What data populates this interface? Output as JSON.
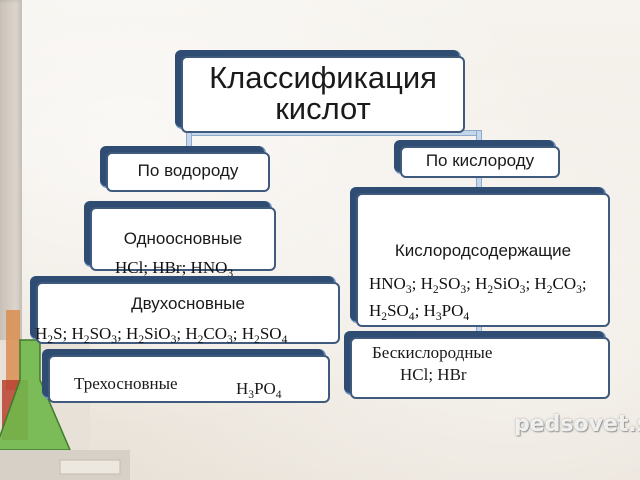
{
  "diagram": {
    "title": "Классификация кислот",
    "categories": {
      "by_hydrogen": {
        "label": "По водороду",
        "groups": [
          {
            "label": "Одноосновные",
            "examples_html": "HCl; HBr; HNO<sub>3</sub>"
          },
          {
            "label": "Двухосновные",
            "examples_html": "H<sub>2</sub>S; H<sub>2</sub>SO<sub>3</sub>; H<sub>2</sub>SiO<sub>3</sub>; H<sub>2</sub>CO<sub>3</sub>; H<sub>2</sub>SO<sub>4</sub>"
          },
          {
            "label": "Трехосновные",
            "examples_html": "H<sub>3</sub>PO<sub>4</sub>"
          }
        ]
      },
      "by_oxygen": {
        "label": "По кислороду",
        "groups": [
          {
            "label": "Кислородсодержащие",
            "examples_line1_html": "HNO<sub>3</sub>; H<sub>2</sub>SO<sub>3</sub>; H<sub>2</sub>SiO<sub>3</sub>; H<sub>2</sub>CO<sub>3</sub>;",
            "examples_line2_html": "H<sub>2</sub>SO<sub>4</sub>; H<sub>3</sub>PO<sub>4</sub>"
          },
          {
            "label": "Бескислородные",
            "examples_html": "HCl; HBr"
          }
        ]
      }
    }
  },
  "watermark": "pedsovet.su",
  "colors": {
    "box_border": "#3f5a7c",
    "box_shadow": "#2f4d73",
    "connector": "#c5d6ea"
  }
}
